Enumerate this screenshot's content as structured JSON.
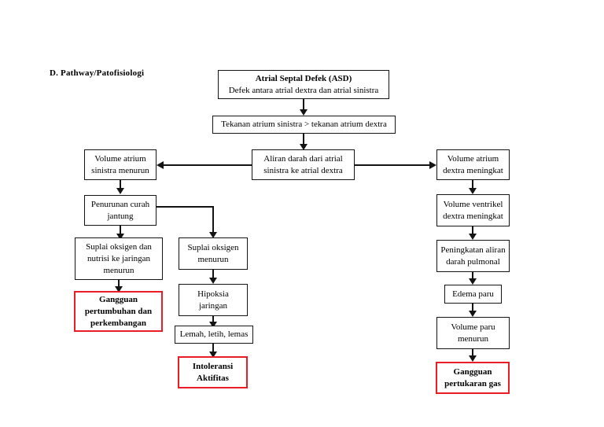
{
  "document": {
    "heading": "D. Pathway/Patofisiologi"
  },
  "diagram": {
    "type": "flowchart",
    "title": "Atrial Septal Defek (ASD) Pathway / Patofisiologi",
    "colors": {
      "box_border": "#141414",
      "highlight_border": "#ec1c24",
      "background": "#ffffff",
      "text": "#000000"
    },
    "nodes": {
      "root": {
        "line1": "Atrial Septal Defek (ASD)",
        "line2": "Defek antara atrial dextra dan atrial sinistra"
      },
      "pressure": {
        "line1": "Tekanan atrium sinistra > tekanan atrium dextra"
      },
      "shunt": {
        "line1": "Aliran darah dari atrial",
        "line2": "sinistra ke atrial dextra"
      },
      "left_atrium_volume": {
        "line1": "Volume atrium",
        "line2": "sinistra menurun"
      },
      "cardiac_output": {
        "line1": "Penurunan curah",
        "line2": "jantung"
      },
      "oxygen_nutrition": {
        "line1": "Suplai oksigen dan",
        "line2": "nutrisi ke jaringan",
        "line3": "menurun"
      },
      "growth_disorder": {
        "line1": "Gangguan",
        "line2": "pertumbuhan dan",
        "line3": "perkembangan"
      },
      "oxygen_supply": {
        "line1": "Suplai oksigen",
        "line2": "menurun"
      },
      "hypoxia": {
        "line1": "Hipoksia",
        "line2": "jaringan"
      },
      "weakness": {
        "line1": "Lemah, letih, lemas"
      },
      "activity_intolerance": {
        "line1": "Intoleransi",
        "line2": "Aktifitas"
      },
      "right_atrium_volume": {
        "line1": "Volume atrium",
        "line2": "dextra meningkat"
      },
      "right_ventricle_volume": {
        "line1": "Volume ventrikel",
        "line2": "dextra meningkat"
      },
      "pulmonary_flow": {
        "line1": "Peningkatan aliran",
        "line2": "darah pulmonal"
      },
      "lung_edema": {
        "line1": "Edema paru"
      },
      "lung_volume": {
        "line1": "Volume paru",
        "line2": "menurun"
      },
      "gas_exchange_disorder": {
        "line1": "Gangguan",
        "line2": "pertukaran gas"
      }
    }
  }
}
